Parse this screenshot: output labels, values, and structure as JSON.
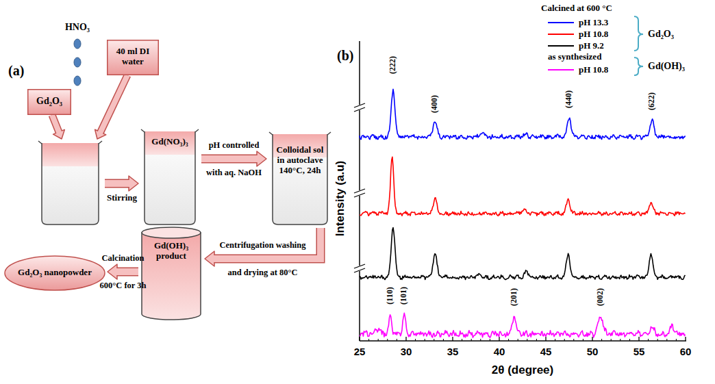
{
  "diagram": {
    "nodes": [
      {
        "text": [
          "Gd₂O₃"
        ]
      },
      {
        "text": [
          "40 ml DI water"
        ]
      },
      {
        "text": [
          "Gd(NO₃)₃"
        ]
      },
      {
        "text": [
          "Colloidal sol in autoclave 140°C, 24h"
        ]
      },
      {
        "text": [
          "Gd(OH)₃ product"
        ]
      },
      {
        "text": [
          "Gd₂O₃ nanopowder"
        ]
      }
    ],
    "edges": [
      {
        "from": 2,
        "to": 3,
        "label": "pH controlled with aq. NaOH",
        "arrow": "to"
      },
      {
        "from": 3,
        "to": 4,
        "label": "Centrifugation washing and drying at 80°C",
        "arrow": "to"
      },
      {
        "from": 4,
        "to": 5,
        "label": "Calcination 600°C for 3h",
        "arrow": "to"
      }
    ],
    "labels": [
      "(a)",
      "HNO₃",
      "Stirring",
      "(b)",
      "Calcined at 600 °C",
      "Gd₂O₃",
      "as synthesized",
      "Gd(OH)₃",
      "(222)",
      "(400)",
      "(440)",
      "(622)",
      "(110)",
      "(101)",
      "(201)",
      "(002)",
      "Intensity (a.u)",
      "2θ (degree)",
      "25",
      "30",
      "35",
      "40",
      "45",
      "50",
      "55",
      "60"
    ],
    "legend": [
      {
        "text": "pH 13.3"
      },
      {
        "text": "pH 10.8"
      },
      {
        "text": "pH 9.2"
      },
      {
        "text": "pH 10.8"
      }
    ]
  }
}
